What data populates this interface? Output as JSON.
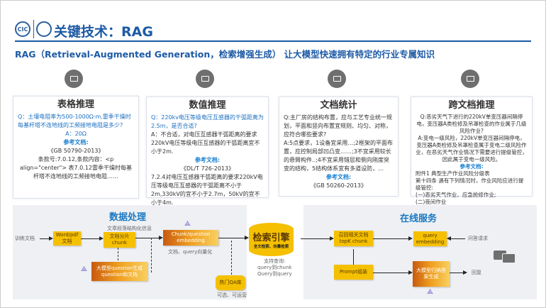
{
  "header": {
    "logo1": "CIC",
    "title": "关键技术：RAG",
    "subtitle": "RAG（Retrieval-Augmented Generation，检索增强生成） 让大模型快速拥有特定的行业专属知识"
  },
  "cards": [
    {
      "title": "表格推理",
      "q": "Q：土壤电阻率为500-1000Ω·m,雷季干燥时每基杆塔不连地线的工频接地电阻是多少?",
      "a": "A：20Ω",
      "ref_label": "参考文档:",
      "ref_doc": "《GB 50790-2013》",
      "ref_text": "条款号:7.0.12,条款内容：<p align=\"center\"> 表7.0.12雷季干燥时每基杆塔不连地线的工频接地电阻……"
    },
    {
      "title": "数值推理",
      "q": "Q：220kv电压等级电压互感器的干弧距离为2.5m，是否合适?",
      "a": "A：不合适，对电压互感器干弧距离的要求220kV电压等级电压互感器的干弧距离宜不小于2m.",
      "ref_label": "参考文档:",
      "ref_doc": "《DL/T 726-2013》",
      "ref_text": "7.2.4对电压互感器干弧距离的要求220kV电压等级电压互感器的干弧距离不小于2m,330kV的宜不小于2.7m，50kV的宜不小于4m."
    },
    {
      "title": "文档统计",
      "q": "Q:主厂房的结构布置，应与工艺专业统一规划，平面和竖向布置宜规则、均匀、对称，应符合哪些要求?",
      "a": "A:5点要求，1设备宜采用…;2框架的平面布置，应控制局部凹凸变……;3不宜采用较长的悬臂构件..;4不宜采用错层和侧向刚度突变的结构，5结构体系宜有多道设防，…",
      "ref_label": "参考文档:",
      "ref_doc": "《GB 50260-2013》",
      "ref_text": ""
    },
    {
      "title": "跨文档推理",
      "q": "Q:恶劣天气下进行的220kV单变压器间隔停电，变压器A类检修及吊罩检查的作业属于几级风险作业?",
      "a": "A:变电一级风险，220kV单变压器间隔停电，变压器A类检修及吊罩检查属于变电二级风险作业，在恶劣天气作业情况下需要进行提级管控，因此属于变电一级风险。",
      "ref_label": "参考文档:",
      "ref_doc": "",
      "ref_text": "附件1 典型生产作业风险分级表\n第十四条 遇有下列情况时，作业风险应进行提级管控:\n(一)恶劣天气作业、应急抢修作业;\n(二)夜间作业"
    }
  ],
  "data_proc": {
    "title": "数据处理",
    "input": "训练文档",
    "word": "Word/pdf\n文档",
    "structure": "文章段落结构化信息",
    "chunk": "文档分片\nchunk",
    "embed": "Chunk/question\nembedding",
    "embed_label": "文档、query向量化",
    "llm": "大模型question生成\nquestion和文档",
    "qa": "热门QA库",
    "qa_label": "可选、可运营"
  },
  "engine": {
    "title": "检索引擎",
    "sub": "全文检索、向量检索",
    "support": "支持查询:\nquery到chunk\nQuery到query"
  },
  "online": {
    "title": "在线服务",
    "recall": "召回相关文档\ntopK chunk",
    "qemb": "query\nembedding",
    "request": "问答请求",
    "prompt": "Prompt组装",
    "llm": "大模型归纳答案生成",
    "reply": "回复"
  }
}
